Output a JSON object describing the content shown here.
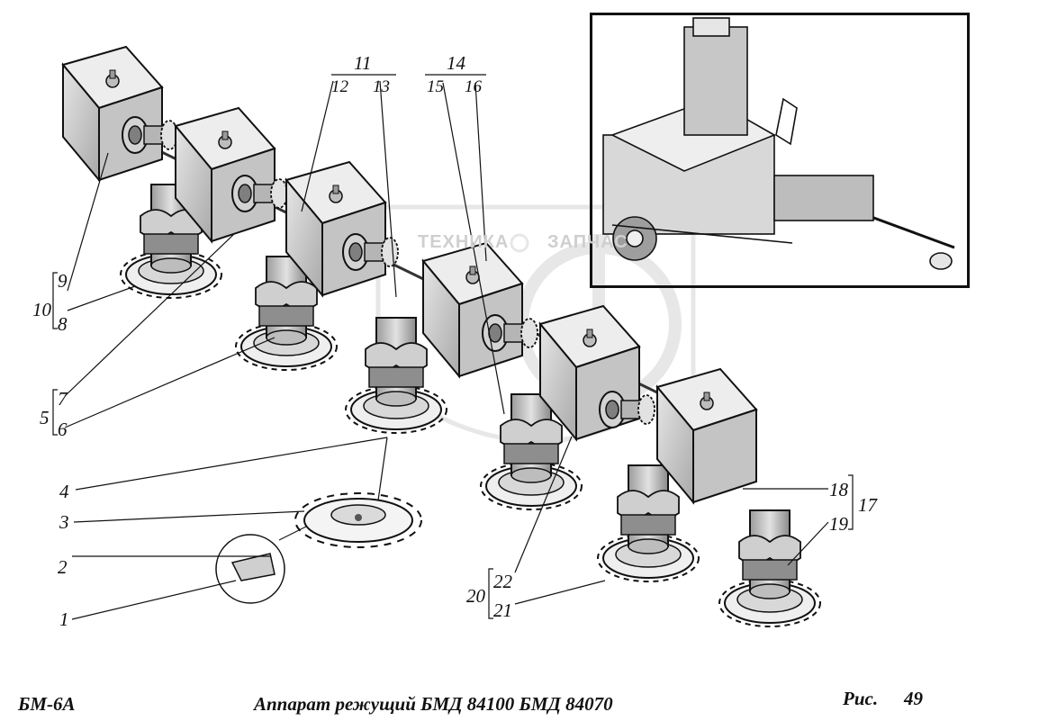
{
  "callouts": {
    "n1": "1",
    "n2": "2",
    "n3": "3",
    "n4": "4",
    "n5": "5",
    "n6": "6",
    "n7": "7",
    "n8": "8",
    "n9": "9",
    "n10": "10",
    "n11": "11",
    "n12": "12",
    "n13": "13",
    "n14": "14",
    "n15": "15",
    "n16": "16",
    "n17": "17",
    "n18": "18",
    "n19": "19",
    "n20": "20",
    "n21": "21",
    "n22": "22"
  },
  "watermark": {
    "left": "ТЕХНИКА",
    "right": "ЗАПЧАС"
  },
  "footer": {
    "code": "БМ-6А",
    "title": "Аппарат режущий БМД 84100  БМД 84070",
    "fig_label": "Рис.",
    "fig_number": "49"
  },
  "colors": {
    "ink": "#111111",
    "metal": "#c9c9c9",
    "metal_dark": "#8e8e8e",
    "watermark": "#d4d4d4"
  }
}
